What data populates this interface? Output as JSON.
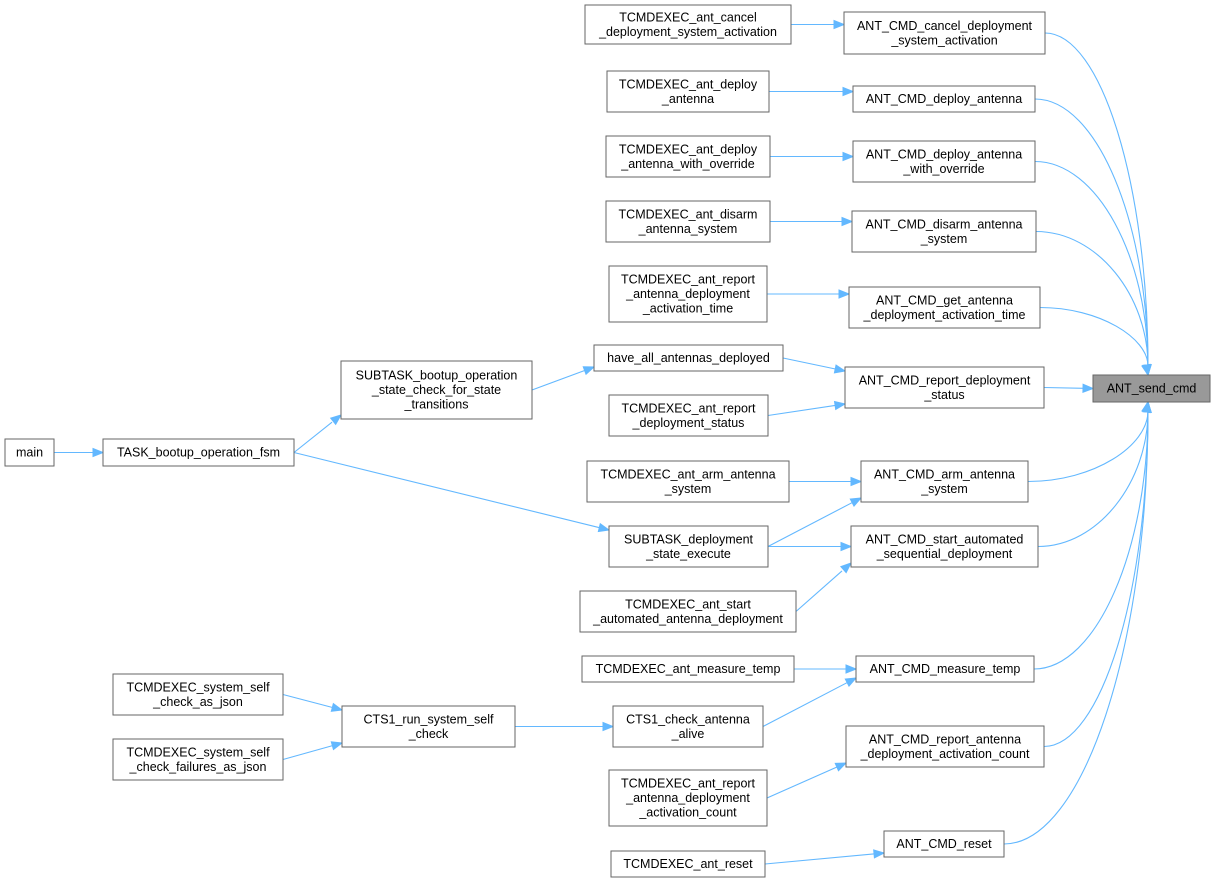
{
  "graph": {
    "root": "ant_send_cmd",
    "nodes": [
      {
        "id": "ant_send_cmd",
        "lines": [
          "ANT_send_cmd"
        ],
        "root": true
      },
      {
        "id": "cmd_cancel",
        "lines": [
          "ANT_CMD_cancel_deployment",
          "_system_activation"
        ]
      },
      {
        "id": "cmd_deploy",
        "lines": [
          "ANT_CMD_deploy_antenna"
        ]
      },
      {
        "id": "cmd_deploy_ovr",
        "lines": [
          "ANT_CMD_deploy_antenna",
          "_with_override"
        ]
      },
      {
        "id": "cmd_disarm",
        "lines": [
          "ANT_CMD_disarm_antenna",
          "_system"
        ]
      },
      {
        "id": "cmd_get_time",
        "lines": [
          "ANT_CMD_get_antenna",
          "_deployment_activation_time"
        ]
      },
      {
        "id": "cmd_report_status",
        "lines": [
          "ANT_CMD_report_deployment",
          "_status"
        ]
      },
      {
        "id": "cmd_arm",
        "lines": [
          "ANT_CMD_arm_antenna",
          "_system"
        ]
      },
      {
        "id": "cmd_start_auto",
        "lines": [
          "ANT_CMD_start_automated",
          "_sequential_deployment"
        ]
      },
      {
        "id": "cmd_measure",
        "lines": [
          "ANT_CMD_measure_temp"
        ]
      },
      {
        "id": "cmd_report_count",
        "lines": [
          "ANT_CMD_report_antenna",
          "_deployment_activation_count"
        ]
      },
      {
        "id": "cmd_reset",
        "lines": [
          "ANT_CMD_reset"
        ]
      },
      {
        "id": "tc_cancel",
        "lines": [
          "TCMDEXEC_ant_cancel",
          "_deployment_system_activation"
        ]
      },
      {
        "id": "tc_deploy",
        "lines": [
          "TCMDEXEC_ant_deploy",
          "_antenna"
        ]
      },
      {
        "id": "tc_deploy_ovr",
        "lines": [
          "TCMDEXEC_ant_deploy",
          "_antenna_with_override"
        ]
      },
      {
        "id": "tc_disarm",
        "lines": [
          "TCMDEXEC_ant_disarm",
          "_antenna_system"
        ]
      },
      {
        "id": "tc_report_time",
        "lines": [
          "TCMDEXEC_ant_report",
          "_antenna_deployment",
          "_activation_time"
        ]
      },
      {
        "id": "have_all",
        "lines": [
          "have_all_antennas_deployed"
        ]
      },
      {
        "id": "tc_report_status",
        "lines": [
          "TCMDEXEC_ant_report",
          "_deployment_status"
        ]
      },
      {
        "id": "tc_arm",
        "lines": [
          "TCMDEXEC_ant_arm_antenna",
          "_system"
        ]
      },
      {
        "id": "subtask_deploy",
        "lines": [
          "SUBTASK_deployment",
          "_state_execute"
        ]
      },
      {
        "id": "tc_start_auto",
        "lines": [
          "TCMDEXEC_ant_start",
          "_automated_antenna_deployment"
        ]
      },
      {
        "id": "tc_measure",
        "lines": [
          "TCMDEXEC_ant_measure_temp"
        ]
      },
      {
        "id": "cts1_check",
        "lines": [
          "CTS1_check_antenna",
          "_alive"
        ]
      },
      {
        "id": "tc_report_count",
        "lines": [
          "TCMDEXEC_ant_report",
          "_antenna_deployment",
          "_activation_count"
        ]
      },
      {
        "id": "tc_reset",
        "lines": [
          "TCMDEXEC_ant_reset"
        ]
      },
      {
        "id": "subtask_bootup",
        "lines": [
          "SUBTASK_bootup_operation",
          "_state_check_for_state",
          "_transitions"
        ]
      },
      {
        "id": "task_bootup",
        "lines": [
          "TASK_bootup_operation_fsm"
        ]
      },
      {
        "id": "main",
        "lines": [
          "main"
        ]
      },
      {
        "id": "cts1_run",
        "lines": [
          "CTS1_run_system_self",
          "_check"
        ]
      },
      {
        "id": "tc_self_json",
        "lines": [
          "TCMDEXEC_system_self",
          "_check_as_json"
        ]
      },
      {
        "id": "tc_self_fail",
        "lines": [
          "TCMDEXEC_system_self",
          "_check_failures_as_json"
        ]
      }
    ],
    "edges": [
      {
        "from": "cmd_cancel",
        "to": "ant_send_cmd"
      },
      {
        "from": "cmd_deploy",
        "to": "ant_send_cmd"
      },
      {
        "from": "cmd_deploy_ovr",
        "to": "ant_send_cmd"
      },
      {
        "from": "cmd_disarm",
        "to": "ant_send_cmd"
      },
      {
        "from": "cmd_get_time",
        "to": "ant_send_cmd"
      },
      {
        "from": "cmd_report_status",
        "to": "ant_send_cmd"
      },
      {
        "from": "cmd_arm",
        "to": "ant_send_cmd"
      },
      {
        "from": "cmd_start_auto",
        "to": "ant_send_cmd"
      },
      {
        "from": "cmd_measure",
        "to": "ant_send_cmd"
      },
      {
        "from": "cmd_report_count",
        "to": "ant_send_cmd"
      },
      {
        "from": "cmd_reset",
        "to": "ant_send_cmd"
      },
      {
        "from": "tc_cancel",
        "to": "cmd_cancel"
      },
      {
        "from": "tc_deploy",
        "to": "cmd_deploy"
      },
      {
        "from": "tc_deploy_ovr",
        "to": "cmd_deploy_ovr"
      },
      {
        "from": "tc_disarm",
        "to": "cmd_disarm"
      },
      {
        "from": "tc_report_time",
        "to": "cmd_get_time"
      },
      {
        "from": "have_all",
        "to": "cmd_report_status"
      },
      {
        "from": "tc_report_status",
        "to": "cmd_report_status"
      },
      {
        "from": "tc_arm",
        "to": "cmd_arm"
      },
      {
        "from": "subtask_deploy",
        "to": "cmd_arm"
      },
      {
        "from": "subtask_deploy",
        "to": "cmd_start_auto"
      },
      {
        "from": "tc_start_auto",
        "to": "cmd_start_auto"
      },
      {
        "from": "tc_measure",
        "to": "cmd_measure"
      },
      {
        "from": "cts1_check",
        "to": "cmd_measure"
      },
      {
        "from": "tc_report_count",
        "to": "cmd_report_count"
      },
      {
        "from": "tc_reset",
        "to": "cmd_reset"
      },
      {
        "from": "subtask_bootup",
        "to": "have_all"
      },
      {
        "from": "task_bootup",
        "to": "subtask_bootup"
      },
      {
        "from": "task_bootup",
        "to": "subtask_deploy"
      },
      {
        "from": "main",
        "to": "task_bootup"
      },
      {
        "from": "cts1_run",
        "to": "cts1_check"
      },
      {
        "from": "tc_self_json",
        "to": "cts1_run"
      },
      {
        "from": "tc_self_fail",
        "to": "cts1_run"
      }
    ],
    "colors": {
      "edge": "#63b8ff",
      "node_border": "#666666",
      "root_fill": "#999999",
      "node_fill": "#ffffff"
    }
  }
}
